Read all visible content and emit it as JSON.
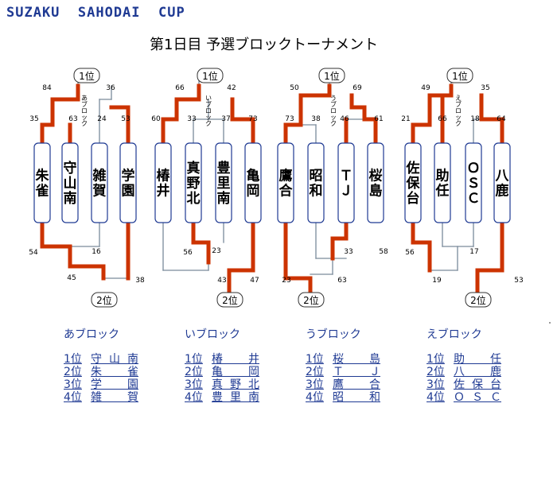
{
  "header": {
    "cup": "SUZAKU  SAHODAI  CUP",
    "title": "第1日目  予選ブロックトーナメント"
  },
  "colors": {
    "win": "#cc3300",
    "line": "#7a8a9a",
    "box": "#1f3a93",
    "title": "#1f3a93"
  },
  "blocks": [
    {
      "name": "あブロック",
      "label": "あブロック",
      "first": "1位",
      "second": "2位",
      "teams": [
        "朱雀",
        "守山南",
        "雑賀",
        "学園"
      ],
      "top": {
        "s1": "35",
        "s2": "63",
        "s3": "24",
        "s4": "53",
        "left": "84",
        "right": "36"
      },
      "bottom": {
        "left": "54",
        "mid": "16",
        "leftLow": "45",
        "right": "38"
      },
      "results": [
        {
          "rank": "1位",
          "team": "守山南"
        },
        {
          "rank": "2位",
          "team": "朱　雀"
        },
        {
          "rank": "3位",
          "team": "学　園"
        },
        {
          "rank": "4位",
          "team": "雑　賀"
        }
      ]
    },
    {
      "name": "いブロック",
      "label": "いブロック",
      "first": "1位",
      "second": "2位",
      "teams": [
        "椿井",
        "真野北",
        "豊里南",
        "亀岡"
      ],
      "top": {
        "s1": "60",
        "s2": "33",
        "s3": "37",
        "s4": "73",
        "left": "66",
        "right": "42"
      },
      "bottom": {
        "left": "56",
        "mid": "23",
        "leftLow": "43",
        "right": "47"
      },
      "results": [
        {
          "rank": "1位",
          "team": "椿　井"
        },
        {
          "rank": "2位",
          "team": "亀　岡"
        },
        {
          "rank": "3位",
          "team": "真野北"
        },
        {
          "rank": "4位",
          "team": "豊里南"
        }
      ]
    },
    {
      "name": "うブロック",
      "label": "うブロック",
      "first": "1位",
      "second": "2位",
      "teams": [
        "鷹合",
        "昭和",
        "ＴＪ",
        "桜島"
      ],
      "top": {
        "s1": "73",
        "s2": "38",
        "s3": "46",
        "s4": "61",
        "left": "50",
        "right": "69"
      },
      "bottom": {
        "left": "23",
        "mid": "33",
        "leftLow": "",
        "right": "58",
        "rightLow": "63"
      },
      "results": [
        {
          "rank": "1位",
          "team": "桜　島"
        },
        {
          "rank": "2位",
          "team": "Ｔ　Ｊ"
        },
        {
          "rank": "3位",
          "team": "鷹　合"
        },
        {
          "rank": "4位",
          "team": "昭　和"
        }
      ]
    },
    {
      "name": "えブロック",
      "label": "えブロック",
      "first": "1位",
      "second": "2位",
      "teams": [
        "佐保台",
        "助任",
        "ＯＳＣ",
        "八鹿"
      ],
      "top": {
        "s1": "21",
        "s2": "66",
        "s3": "18",
        "s4": "64",
        "left": "49",
        "right": "35"
      },
      "bottom": {
        "left": "56",
        "mid": "17",
        "leftLow": "19",
        "right": "53"
      },
      "results": [
        {
          "rank": "1位",
          "team": "助　任"
        },
        {
          "rank": "2位",
          "team": "八　鹿"
        },
        {
          "rank": "3位",
          "team": "佐保台"
        },
        {
          "rank": "4位",
          "team": "ＯＳＣ"
        }
      ]
    }
  ]
}
